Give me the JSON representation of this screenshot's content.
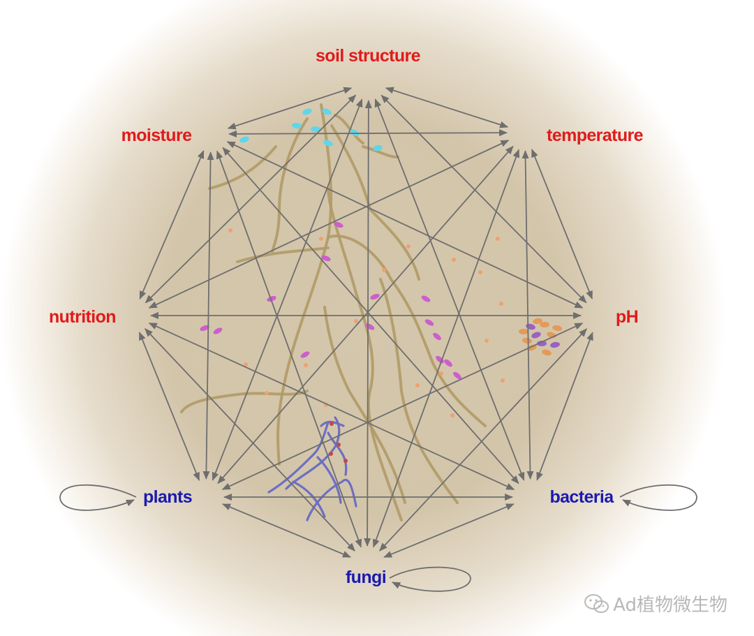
{
  "nodes": [
    {
      "id": "soil-structure",
      "label": "soil structure",
      "kind": "abiotic"
    },
    {
      "id": "temperature",
      "label": "temperature",
      "kind": "abiotic"
    },
    {
      "id": "ph",
      "label": "pH",
      "kind": "abiotic"
    },
    {
      "id": "bacteria",
      "label": "bacteria",
      "kind": "biotic"
    },
    {
      "id": "fungi",
      "label": "fungi",
      "kind": "biotic"
    },
    {
      "id": "plants",
      "label": "plants",
      "kind": "biotic"
    },
    {
      "id": "nutrition",
      "label": "nutrition",
      "kind": "abiotic"
    },
    {
      "id": "moisture",
      "label": "moisture",
      "kind": "abiotic"
    }
  ],
  "edges": "all-pairs-bidirectional",
  "self_loops": [
    "plants",
    "bacteria",
    "fungi"
  ],
  "colors": {
    "abiotic": "#e01b1b",
    "biotic": "#1a1ab0",
    "arrow": "#6e6e6e",
    "background_center": "#d5c7ac",
    "root": "#b09a66",
    "hypha": "#6d6fc2"
  },
  "watermark": {
    "text": "Ad植物微生物",
    "icon": "wechat-icon"
  }
}
